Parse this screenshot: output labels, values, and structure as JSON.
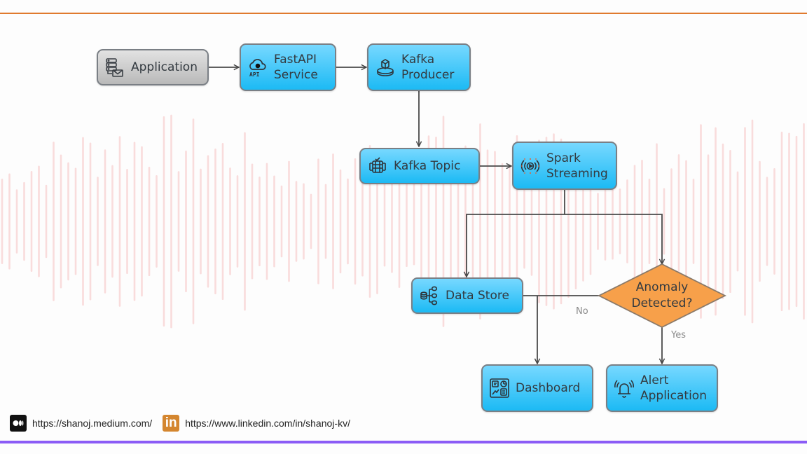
{
  "diagram": {
    "nodes": {
      "application": {
        "label": "Application",
        "icon": "server-mail-icon"
      },
      "fastapi": {
        "label": "FastAPI\nService",
        "icon": "cloud-api-icon"
      },
      "kafka_producer": {
        "label": "Kafka\nProducer",
        "icon": "package-conveyor-icon"
      },
      "kafka_topic": {
        "label": "Kafka Topic",
        "icon": "queue-topic-icon"
      },
      "spark": {
        "label": "Spark\nStreaming",
        "icon": "broadcast-play-icon"
      },
      "data_store": {
        "label": "Data Store",
        "icon": "database-tree-icon"
      },
      "anomaly": {
        "label": "Anomaly\nDetected?"
      },
      "dashboard": {
        "label": "Dashboard",
        "icon": "dashboard-icon"
      },
      "alert": {
        "label": "Alert\nApplication",
        "icon": "alarm-bell-icon"
      }
    },
    "edge_labels": {
      "no": "No",
      "yes": "Yes"
    },
    "colors": {
      "process_fill": "#1cbaf4",
      "source_fill": "#c4c4c4",
      "decision_fill": "#f7a04a",
      "top_rule": "#e07a2e",
      "bottom_rule": "#8b5cf6",
      "wave": "#f9dcdc"
    }
  },
  "footer": {
    "medium_url": "https://shanoj.medium.com/",
    "linkedin_url": "https://www.linkedin.com/in/shanoj-kv/",
    "linkedin_glyph": "in"
  }
}
